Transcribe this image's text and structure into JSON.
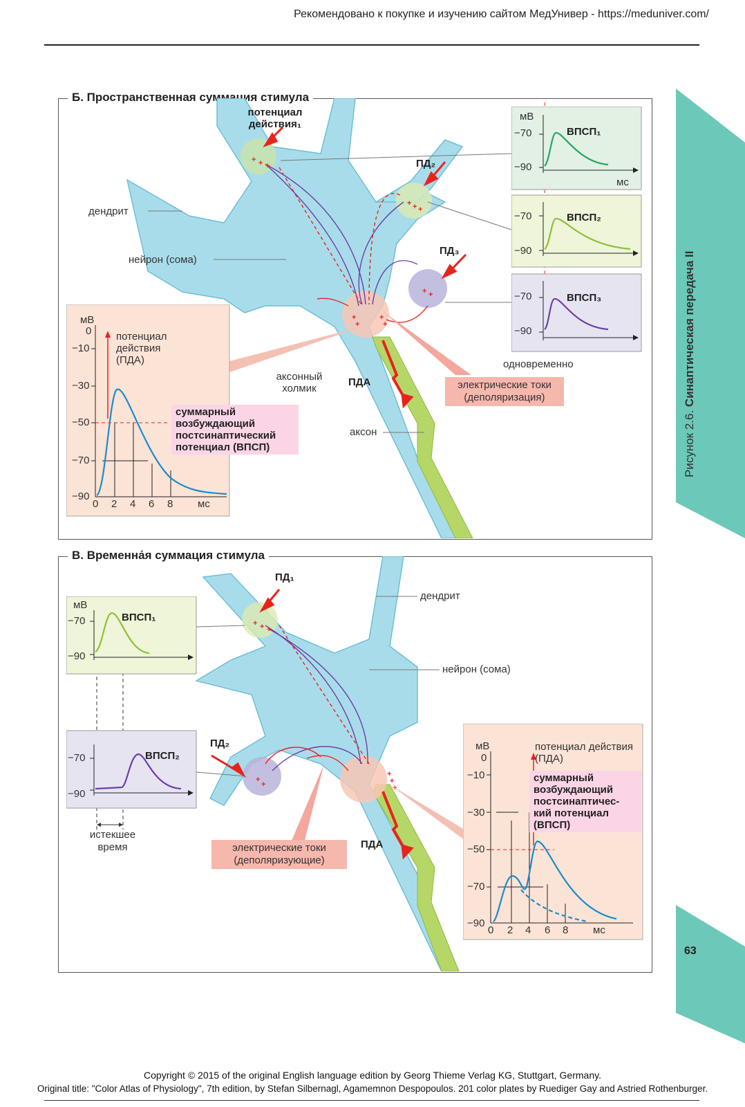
{
  "header": {
    "text": "Рекомендовано к покупке и изучению сайтом МедУнивер - https://meduniver.com/"
  },
  "side_tab": {
    "label_prefix": "Рисунок 2.6.",
    "label_bold": "Синаптическая передача II",
    "page_number": "63"
  },
  "panel_b": {
    "title": "Б. Пространственная суммация стимула",
    "ap1_label": "потенциал действия₁",
    "pd2": "ПД₂",
    "pd3": "ПД₃",
    "pda": "ПДА",
    "dendrite": "дендрит",
    "soma": "нейрон (сома)",
    "axon_hillock": "аксонный холмик",
    "axon": "аксон",
    "currents": "электрические токи (деполяризация)",
    "simultaneous": "одновременно",
    "mini_graphs": [
      {
        "unit": "мВ",
        "tick_top": "−70",
        "tick_bottom": "−90",
        "xunit": "мс",
        "label": "ВПСП₁",
        "color": "#1fa860",
        "bg": "#e2f1e4"
      },
      {
        "tick_top": "−70",
        "tick_bottom": "−90",
        "label": "ВПСП₂",
        "color": "#8cbf3a",
        "bg": "#eef5d8"
      },
      {
        "tick_top": "−70",
        "tick_bottom": "−90",
        "label": "ВПСП₃",
        "color": "#6a3fa6",
        "bg": "#e7e4f2"
      }
    ],
    "big_graph": {
      "ylabel": "мВ",
      "yticks": [
        "0",
        "−10",
        "−30",
        "−50",
        "−70",
        "−90"
      ],
      "xticks": [
        "0",
        "2",
        "4",
        "6",
        "8"
      ],
      "xunit": "мс",
      "ap_label": "потенциал действия (ПДА)",
      "sum_label": "суммарный возбуждающий постсинаптический потенциал (ВПСП)"
    }
  },
  "panel_v": {
    "title": "В. Временна́я суммация стимула",
    "pd1": "ПД₁",
    "pd2": "ПД₂",
    "pda": "ПДА",
    "dendrite": "дендрит",
    "soma": "нейрон (сома)",
    "currents": "электрические токи (деполяризующие)",
    "elapsed": "истекшее время",
    "mini_graphs": [
      {
        "unit": "мВ",
        "tick_top": "−70",
        "tick_bottom": "−90",
        "label": "ВПСП₁",
        "color": "#8cbf3a",
        "bg": "#eef5d8"
      },
      {
        "tick_top": "−70",
        "tick_bottom": "−90",
        "label": "ВПСП₂",
        "color": "#6a3fa6",
        "bg": "#e7e4f2"
      }
    ],
    "big_graph": {
      "ylabel": "мВ",
      "yticks": [
        "0",
        "−10",
        "−30",
        "−50",
        "−70",
        "−90"
      ],
      "xticks": [
        "0",
        "2",
        "4",
        "6",
        "8"
      ],
      "xunit": "мс",
      "ap_label": "потенциал действия (ПДА)",
      "sum_label": "суммарный возбуждающий постсинаптичес-кий потенциал (ВПСП)"
    }
  },
  "footer": {
    "line1": "Copyright © 2015 of the original English language edition by Georg Thieme Verlag KG, Stuttgart, Germany.",
    "line2": "Original title: \"Color Atlas of Physiology\", 7th edition, by Stefan Silbernagl, Agamemnon Despopoulos. 201 color plates by Ruediger Gay and Astried Rothenburger."
  },
  "colors": {
    "neuron": "#a9dcea",
    "neuron_edge": "#6cbfd6",
    "axon_sheath": "#b6d768",
    "ap_red": "#e8231c",
    "tab": "#6cc8b9"
  }
}
